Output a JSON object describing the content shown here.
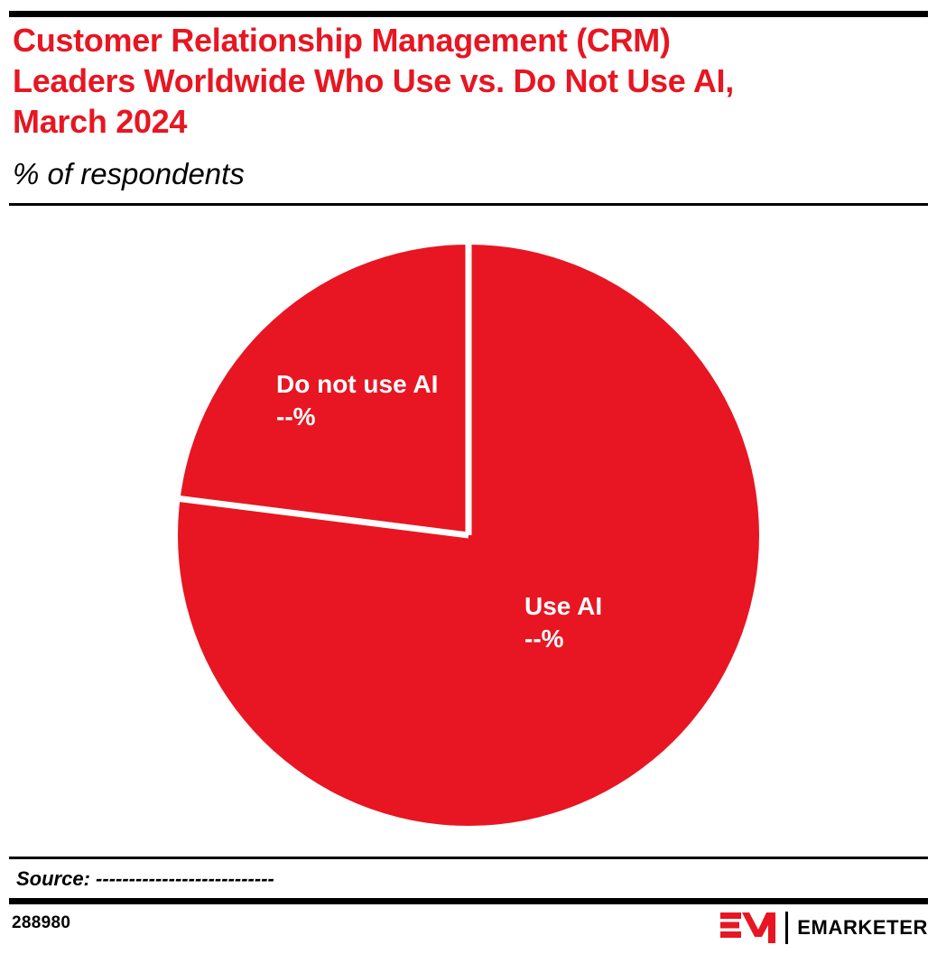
{
  "colors": {
    "brand_red": "#e71622",
    "divider_white": "#ffffff",
    "text_black": "#000000",
    "label_white": "#ffffff"
  },
  "header": {
    "title_lines": [
      "Customer Relationship Management (CRM)",
      "Leaders Worldwide Who Use vs. Do Not Use AI,",
      "March 2024"
    ],
    "subtitle": "% of respondents"
  },
  "chart_data": {
    "type": "pie",
    "title": "Customer Relationship Management (CRM) Leaders Worldwide Who Use vs. Do Not Use AI, March 2024",
    "units": "% of respondents",
    "start_angle": "top",
    "direction": "clockwise",
    "legend": "none",
    "slice_color": "#e71622",
    "divider_color": "#ffffff",
    "slices": [
      {
        "label": "Use AI",
        "displayed_value": "--%",
        "value_pct_est": 77
      },
      {
        "label": "Do not use AI",
        "displayed_value": "--%",
        "value_pct_est": 23
      }
    ]
  },
  "footer": {
    "source_label": "Source:",
    "source_value": "---------------------------",
    "chart_id": "288980",
    "logo_monogram": "EM",
    "logo_text": "EMARKETER"
  }
}
